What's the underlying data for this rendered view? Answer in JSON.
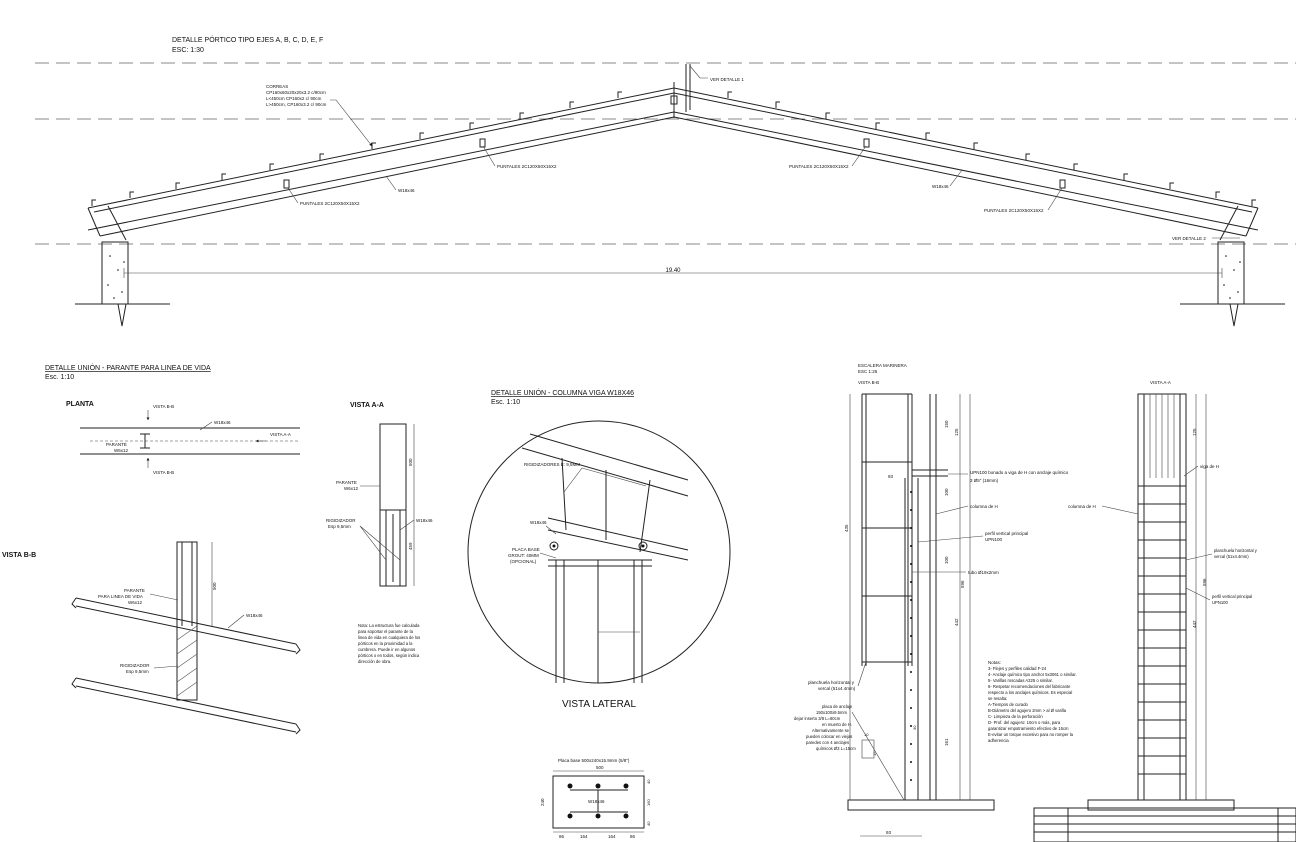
{
  "main_detail": {
    "title": "DETALLE PÓRTICO TIPO EJES A, B, C, D, E, F",
    "scale": "ESC: 1:30",
    "correas_l1": "CORREAS",
    "correas_l2": "CP160x60x20x20x3.2 c/90cm",
    "correas_l3": "L<450cm CP160x2 c/ 90cm",
    "correas_l4": "L>450cm, CP160x3.2 c/ 90cm",
    "ver_detalle_1": "VER DETALLE 1",
    "ver_detalle_2": "VER DETALLE 2",
    "puntales_1": "PUNTALES 2C120X50X15X2",
    "puntales_2": "PUNTALES 2C120X50X15X2",
    "puntales_3": "PUNTALES 2C120X50X15X2",
    "puntales_4": "PUNTALES 2C120X50X15X2",
    "beam_left": "W18x46",
    "beam_right": "W18x46",
    "span": "19.40"
  },
  "parante_detail": {
    "title": "DETALLE UNIÓN - PARANTE PARA LINEA DE VIDA",
    "scale": "Esc. 1:10",
    "planta": "PLANTA",
    "vista_bb_top": "VISTA B-B",
    "vista_bb_bottom": "VISTA B-B",
    "w18_plan": "W18x46",
    "vista_aa_arrow": "VISTA A-A",
    "parante_plan_1": "PARANTE",
    "parante_plan_2": "W6x12",
    "vista_aa_title": "VISTA A-A",
    "parante_aa_1": "PARANTE",
    "parante_aa_2": "W6x12",
    "rigidizador_aa_1": "RIGIDIZADOR",
    "rigidizador_aa_2": "Esp 9,5mm",
    "w18_aa": "W18x46",
    "dim_500_aa": "500",
    "dim_459_aa": "459",
    "vista_bb_title": "VISTA B-B",
    "parante_bb_1": "PARANTE",
    "parante_bb_2": "PARA LINEA DE VIDA",
    "parante_bb_3": "W6x12",
    "w18_bb": "W18x46",
    "rigidizador_bb_1": "RIGIDIZADOR",
    "rigidizador_bb_2": "Esp 9,5mm",
    "dim_500_bb": "500",
    "nota_1": "Nota: La estructura fue calculada",
    "nota_2": "para soportar el parante de la",
    "nota_3": "linea de vida en cualquiera de los",
    "nota_4": "pórticos en la proximidad a la",
    "nota_5": "cumbrera. Puede ir en algunos",
    "nota_6": "pórticos o en todos, según indica",
    "nota_7": "dirección de obra."
  },
  "columna_detail": {
    "title": "DETALLE UNIÓN - COLUMNA VIGA W18X46",
    "scale": "Esc. 1:10",
    "rigidizadores": "RIGIDIZADORES E: 9,5MM",
    "w18": "W18x46",
    "placa_1": "PLACA BASE",
    "placa_2": "GROUT: 40MM",
    "placa_3": "(OPCIONAL)",
    "vista_lateral": "VISTA LATERAL",
    "placa_base_title": "Placa base 500x240x15.9mm (5/8\")",
    "pb_w": "500",
    "pb_h": "240",
    "pb_dim_40a": "40",
    "pb_dim_40b": "40",
    "pb_dim_160": "160",
    "pb_w18": "W18x46",
    "pb_86a": "86",
    "pb_164a": "164",
    "pb_164b": "164",
    "pb_86b": "86"
  },
  "escalera": {
    "title": "ESCALERA MARINERA",
    "scale": "ESC 1:25",
    "vista_bb": "VISTA B-B",
    "vista_aa": "VISTA A-A",
    "upn_1": "UPN100 bonado a viga de H con anclaje químico",
    "upn_2": "3 Ø5\" (16mm)",
    "columna_h_1": "columna de H",
    "columna_h_2": "columna de H",
    "perfil_1": "perfil vertical principal",
    "perfil_2": "UPN100",
    "tubo": "tubo Ø19x2mm",
    "planchuela_1": "planchuela horizontal y",
    "planchuela_2": "vercal (51x4.4mm)",
    "placa_anclaje_1": "placa de anclaje",
    "placa_anclaje_2": "150x100x9.5mm",
    "placa_anclaje_3": "dejar inserto 3/8 L=60cm",
    "placa_anclaje_4": "en muerto de H.",
    "placa_anclaje_5": "Alternativamente se",
    "placa_anclaje_6": "pueden colocar en viejas",
    "placa_anclaje_7": "paredes con 4 anclajes",
    "placa_anclaje_8": "químicos Ø3 L=15cm",
    "viga_h": "viga de H",
    "planchuela_r1": "planchuela horizontal y",
    "planchuela_r2": "vercal (51x4.4mm)",
    "perfil_r1": "perfil vertical principal",
    "perfil_r2": "UPN100",
    "dim_93_top": "93",
    "dim_93_bottom": "93",
    "dim_435": "435",
    "dim_150": "150",
    "dim_125": "125",
    "dim_100a": "100",
    "dim_100b": "100",
    "dim_596": "596",
    "dim_442": "442",
    "dim_161": "161",
    "dim_30": "30",
    "dim_10": "10",
    "dim_15": "15",
    "dim_125_r": "125",
    "dim_596_r": "596",
    "dim_442_r": "442",
    "notas_title": "Notas:",
    "nota_1": "3- Flejes y perfiles calidad F-24",
    "nota_2": "4- Anclaje químico tipo anchor 5x3061 o similar.",
    "nota_3": "5- Varillas roscadas A325 o similar.",
    "nota_4": "6- Respetar recomendaciones del fabricante",
    "nota_5": "respecto a los anclajes químicos. Es especial",
    "nota_6": "se resalta:",
    "nota_7": "A-Tiempos de curado",
    "nota_8": "B-Diámetro del agujero 2mm > al Ø varilla",
    "nota_9": "C- Limpieza de la perforación",
    "nota_10": "D- Prof. del agujero: 10cm o más, para",
    "nota_11": "garantizar empotramiento efectivo de 15cm",
    "nota_12": "E-evitar un torque excesivo para no romper la",
    "nota_13": "adherencia"
  }
}
